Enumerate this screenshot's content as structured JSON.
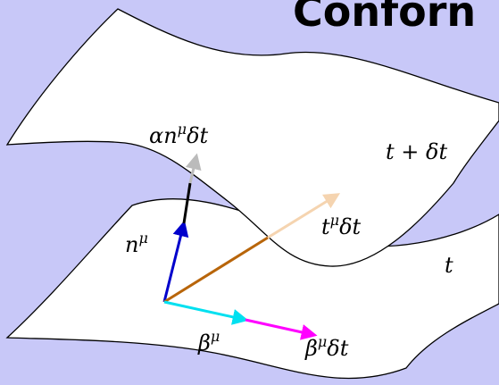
{
  "title": "Conforn",
  "labels": {
    "upper_surface": "t + δt",
    "lower_surface": "t",
    "alpha_n": {
      "base": "αn",
      "sup": "μ",
      "tail": "δt"
    },
    "n": {
      "base": "n",
      "sup": "μ"
    },
    "t_vec": {
      "base": "t",
      "sup": "μ",
      "tail": "δt"
    },
    "beta": {
      "base": "β",
      "sup": "μ"
    },
    "beta_dt": {
      "base": "β",
      "sup": "μ",
      "tail": "δt"
    }
  },
  "colors": {
    "background": "#c8c8f8",
    "surface_fill": "#ffffff",
    "surface_stroke": "#000000",
    "normal_vector": "#0000cc",
    "normal_extension": "#000000",
    "alpha_n_arrow": "#bbbbbb",
    "time_vector": "#b8650a",
    "time_vector_extension": "#f5d4b0",
    "shift_vector": "#00e0f0",
    "shift_extension": "#ff00ff"
  }
}
